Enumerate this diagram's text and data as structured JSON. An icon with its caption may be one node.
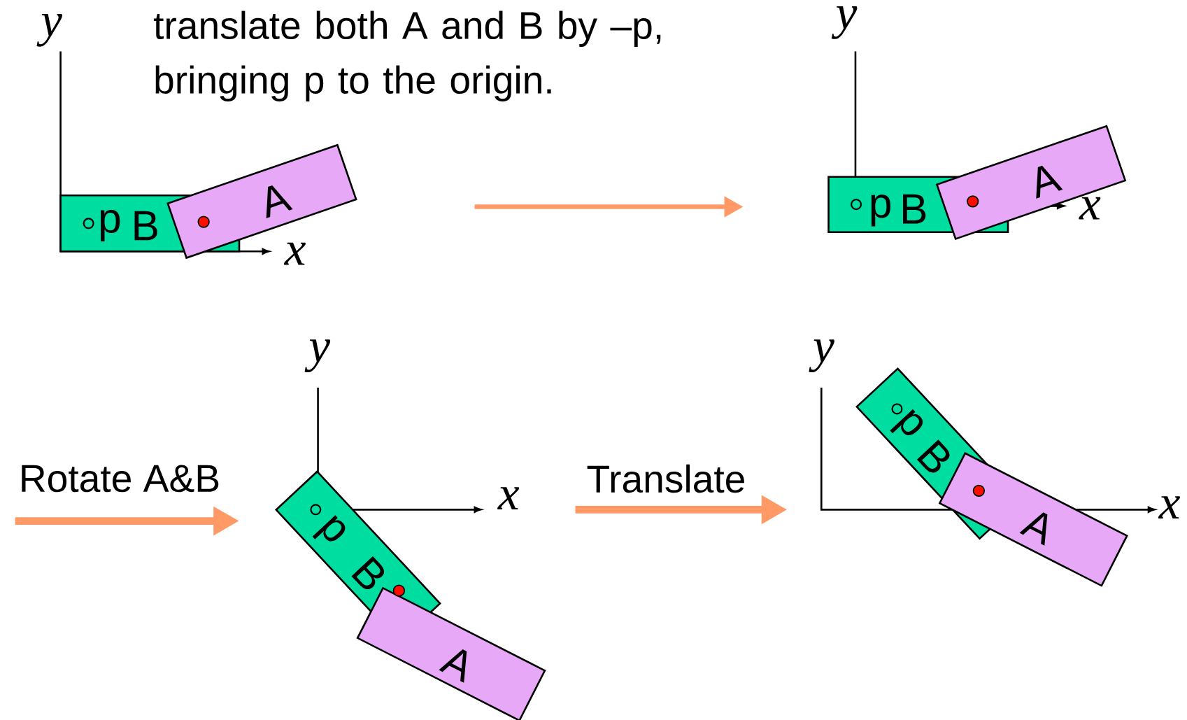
{
  "diagram": {
    "title": "translate both A and B by –p, bringing p to the origin.",
    "nodes": [
      {
        "text": [
          "p",
          "B"
        ]
      },
      {
        "text": [
          "A"
        ]
      },
      {
        "text": [
          "p",
          "B"
        ]
      },
      {
        "text": [
          "A"
        ]
      },
      {
        "text": [
          "p",
          "B"
        ]
      },
      {
        "text": [
          "A"
        ]
      },
      {
        "text": [
          "p",
          "B"
        ]
      },
      {
        "text": [
          "A"
        ]
      }
    ],
    "labels": [
      "y",
      "x",
      "y",
      "x",
      "Rotate A&B",
      "y",
      "x",
      "Translate",
      "y",
      "x"
    ]
  }
}
